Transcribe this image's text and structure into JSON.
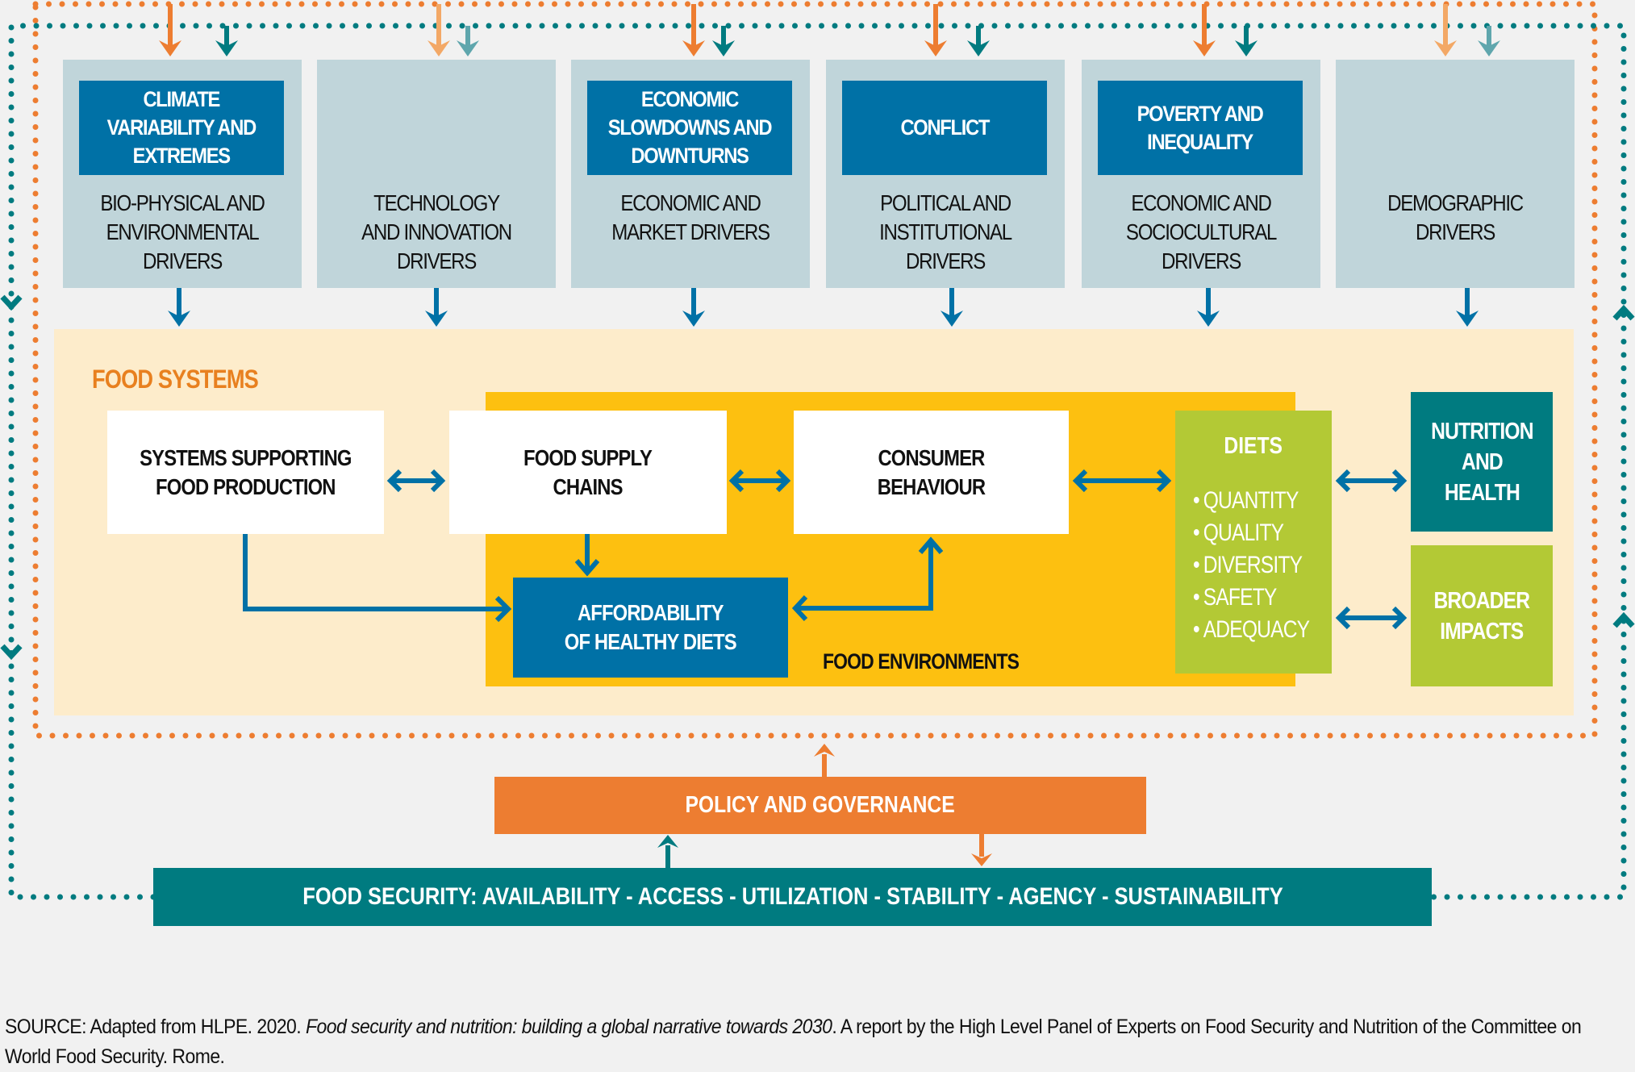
{
  "colors": {
    "background": "#f1f1f1",
    "driver_box": "#c0d5da",
    "highlight_blue": "#0071a6",
    "orange": "#ed7d31",
    "light_orange": "#f3a866",
    "teal": "#007b80",
    "light_teal": "#5fa6ad",
    "food_systems_bg": "#fdeccb",
    "food_environments": "#fdc010",
    "diets_green": "#b3c935",
    "arrow_blue": "#0071a6"
  },
  "drivers": [
    {
      "highlight": "CLIMATE\nVARIABILITY AND\nEXTREMES",
      "label": "BIO-PHYSICAL AND\nENVIRONMENTAL\nDRIVERS",
      "strong_arrows": true
    },
    {
      "highlight": "",
      "label": "TECHNOLOGY\nAND INNOVATION\nDRIVERS",
      "strong_arrows": false
    },
    {
      "highlight": "ECONOMIC\nSLOWDOWNS AND\nDOWNTURNS",
      "label": "ECONOMIC AND\nMARKET DRIVERS",
      "strong_arrows": true
    },
    {
      "highlight": "CONFLICT",
      "label": "POLITICAL AND\nINSTITUTIONAL\nDRIVERS",
      "strong_arrows": true
    },
    {
      "highlight": "POVERTY AND\nINEQUALITY",
      "label": "ECONOMIC AND\nSOCIOCULTURAL\nDRIVERS",
      "strong_arrows": true
    },
    {
      "highlight": "",
      "label": "DEMOGRAPHIC\nDRIVERS",
      "strong_arrows": false
    }
  ],
  "food_systems": {
    "title": "FOOD SYSTEMS",
    "systems_supporting": "SYSTEMS SUPPORTING\nFOOD PRODUCTION",
    "food_supply_chains": "FOOD SUPPLY\nCHAINS",
    "consumer_behaviour": "CONSUMER\nBEHAVIOUR",
    "affordability": "AFFORDABILITY\nOF HEALTHY DIETS",
    "food_environments": "FOOD ENVIRONMENTS",
    "diets": {
      "title": "DIETS",
      "items": [
        "QUANTITY",
        "QUALITY",
        "DIVERSITY",
        "SAFETY",
        "ADEQUACY"
      ]
    },
    "nutrition_health": "NUTRITION\nAND\nHEALTH",
    "broader_impacts": "BROADER\nIMPACTS"
  },
  "policy": "POLICY AND GOVERNANCE",
  "food_security": "FOOD SECURITY: AVAILABILITY - ACCESS - UTILIZATION - STABILITY - AGENCY - SUSTAINABILITY",
  "source": {
    "prefix": "SOURCE: Adapted from HLPE. 2020. ",
    "title": "Food security and nutrition: building a global narrative towards 2030",
    "suffix": ". A report by the High Level Panel of Experts on Food Security and Nutrition of the Committee on World Food Security. Rome."
  }
}
